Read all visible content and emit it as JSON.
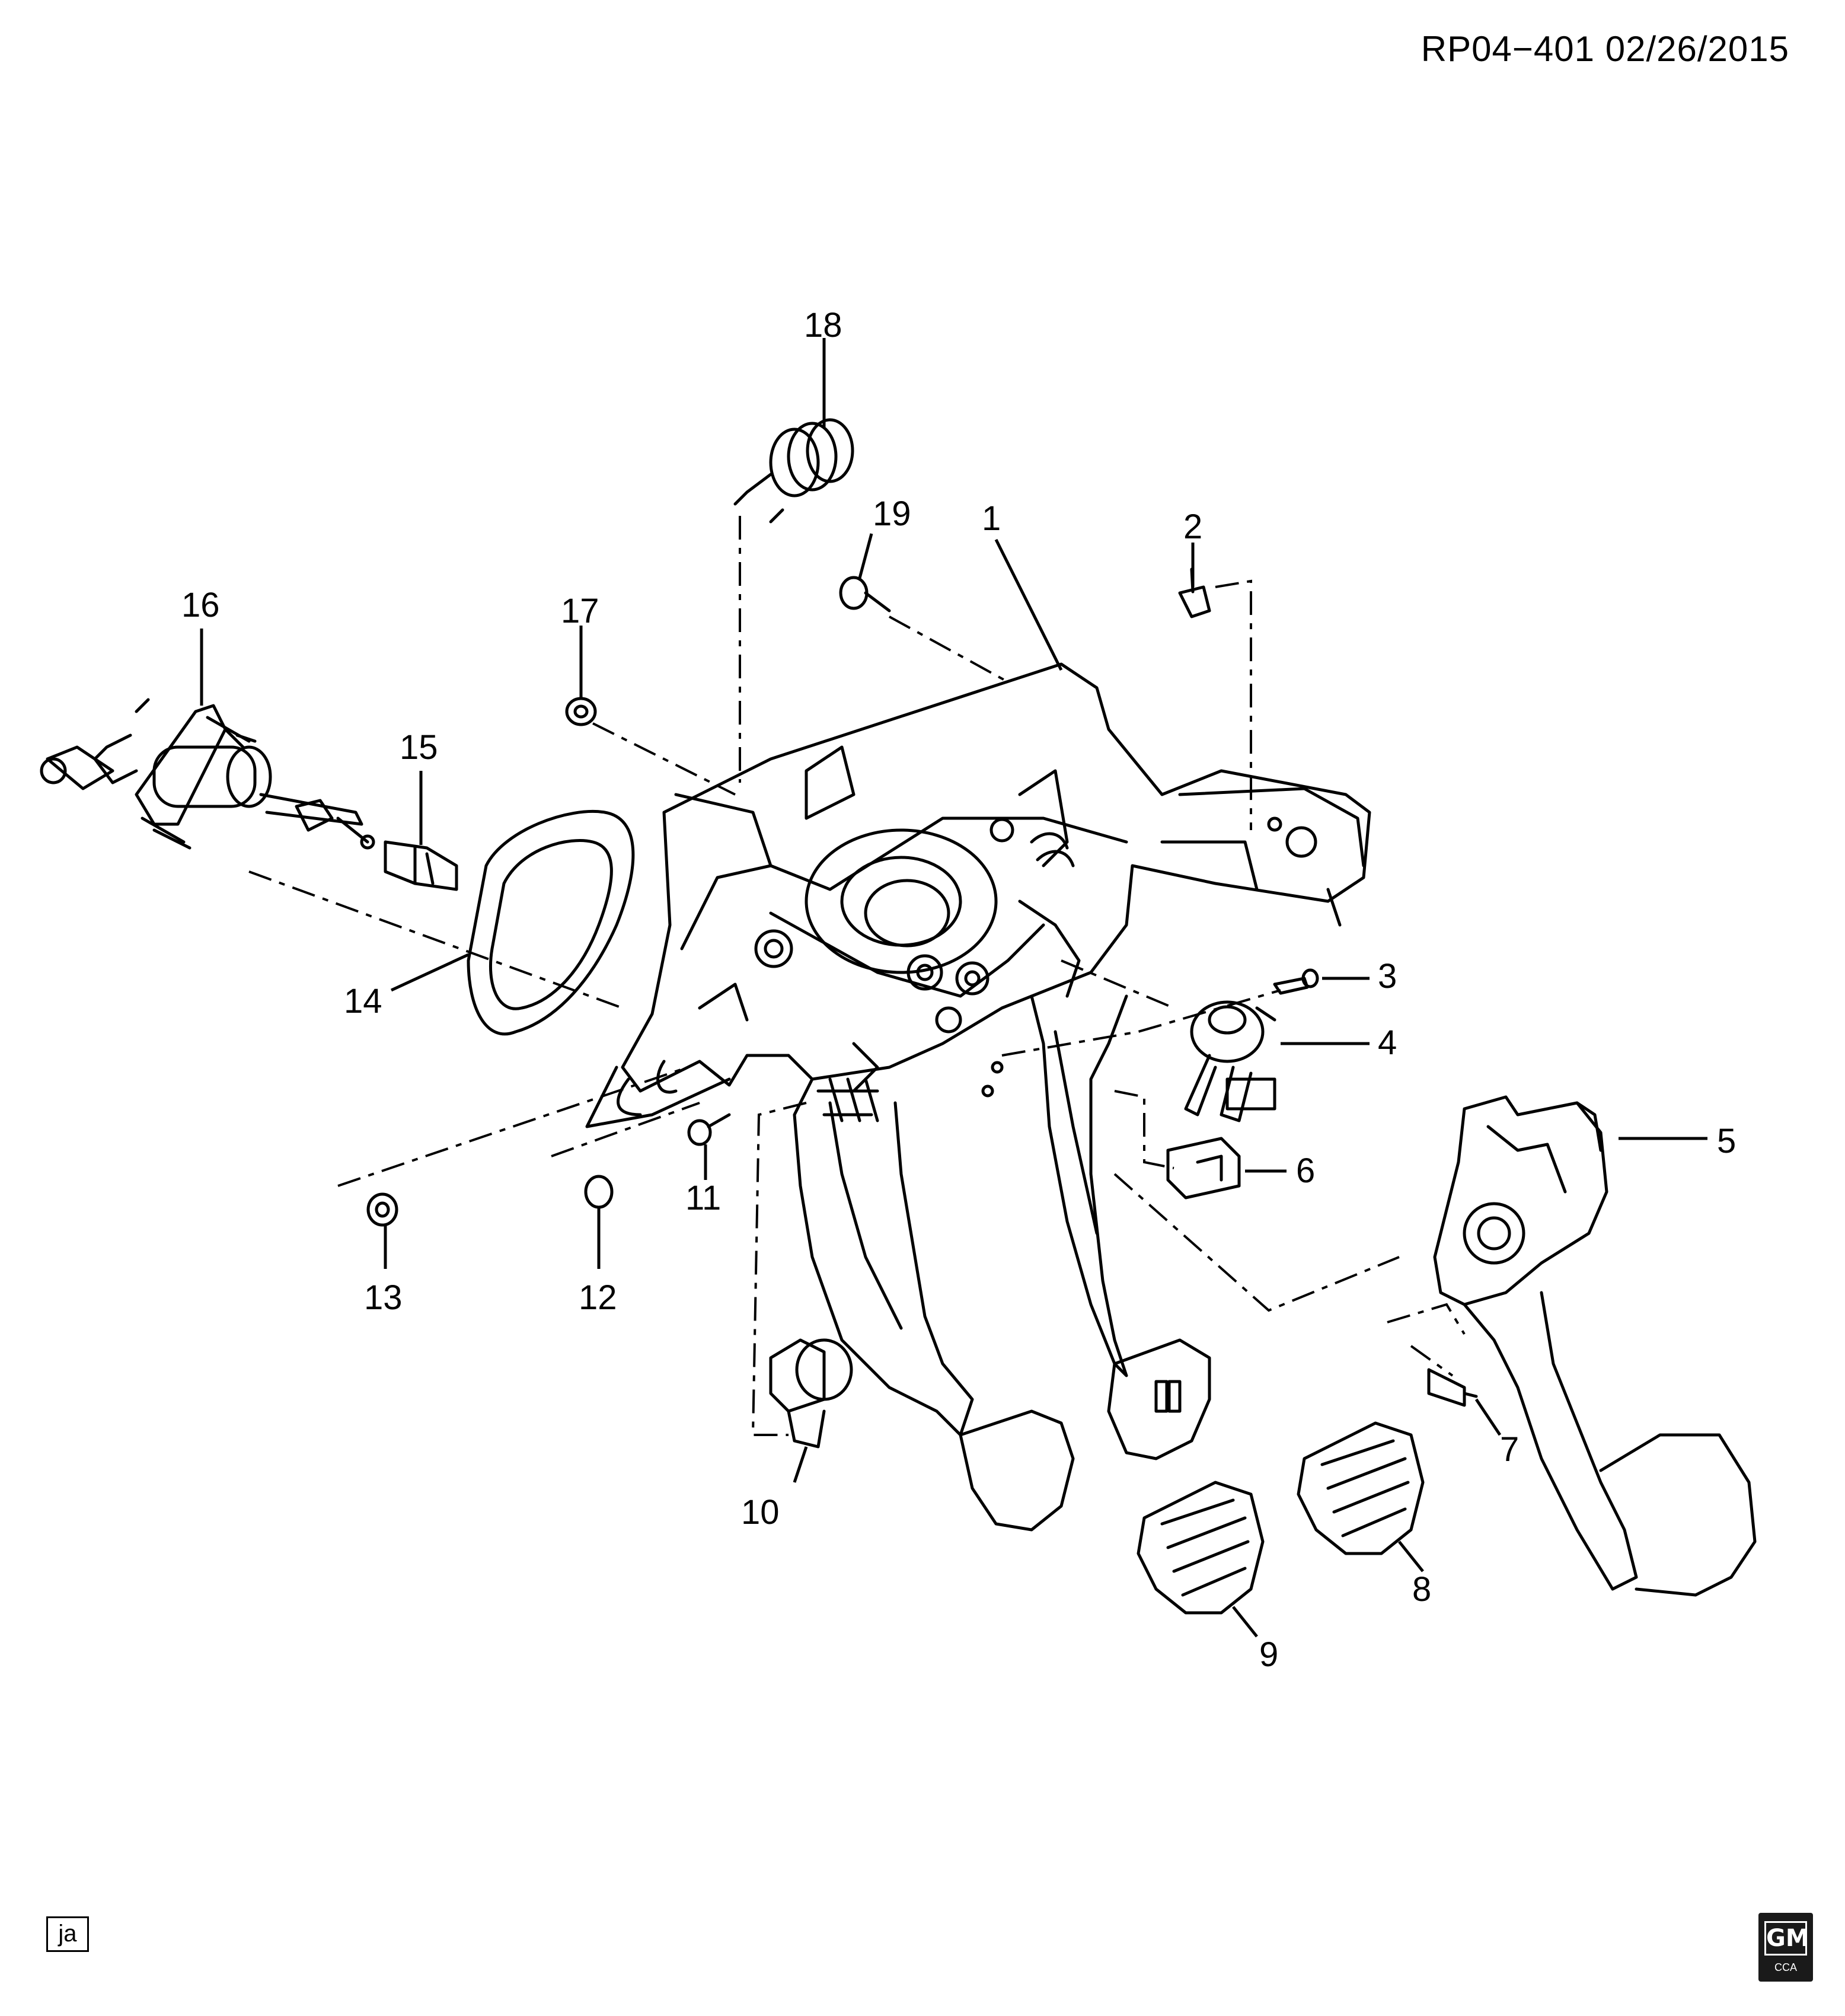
{
  "header": {
    "code_date": "RP04−401  02/26/2015"
  },
  "callouts": [
    "1",
    "2",
    "3",
    "4",
    "5",
    "6",
    "7",
    "8",
    "9",
    "10",
    "11",
    "12",
    "13",
    "14",
    "15",
    "16",
    "17",
    "18",
    "19"
  ],
  "footer": {
    "tag": "ja",
    "logo_main": "GM",
    "logo_sub": "CCA"
  },
  "icons": {
    "logo": "gm-cca-logo"
  }
}
